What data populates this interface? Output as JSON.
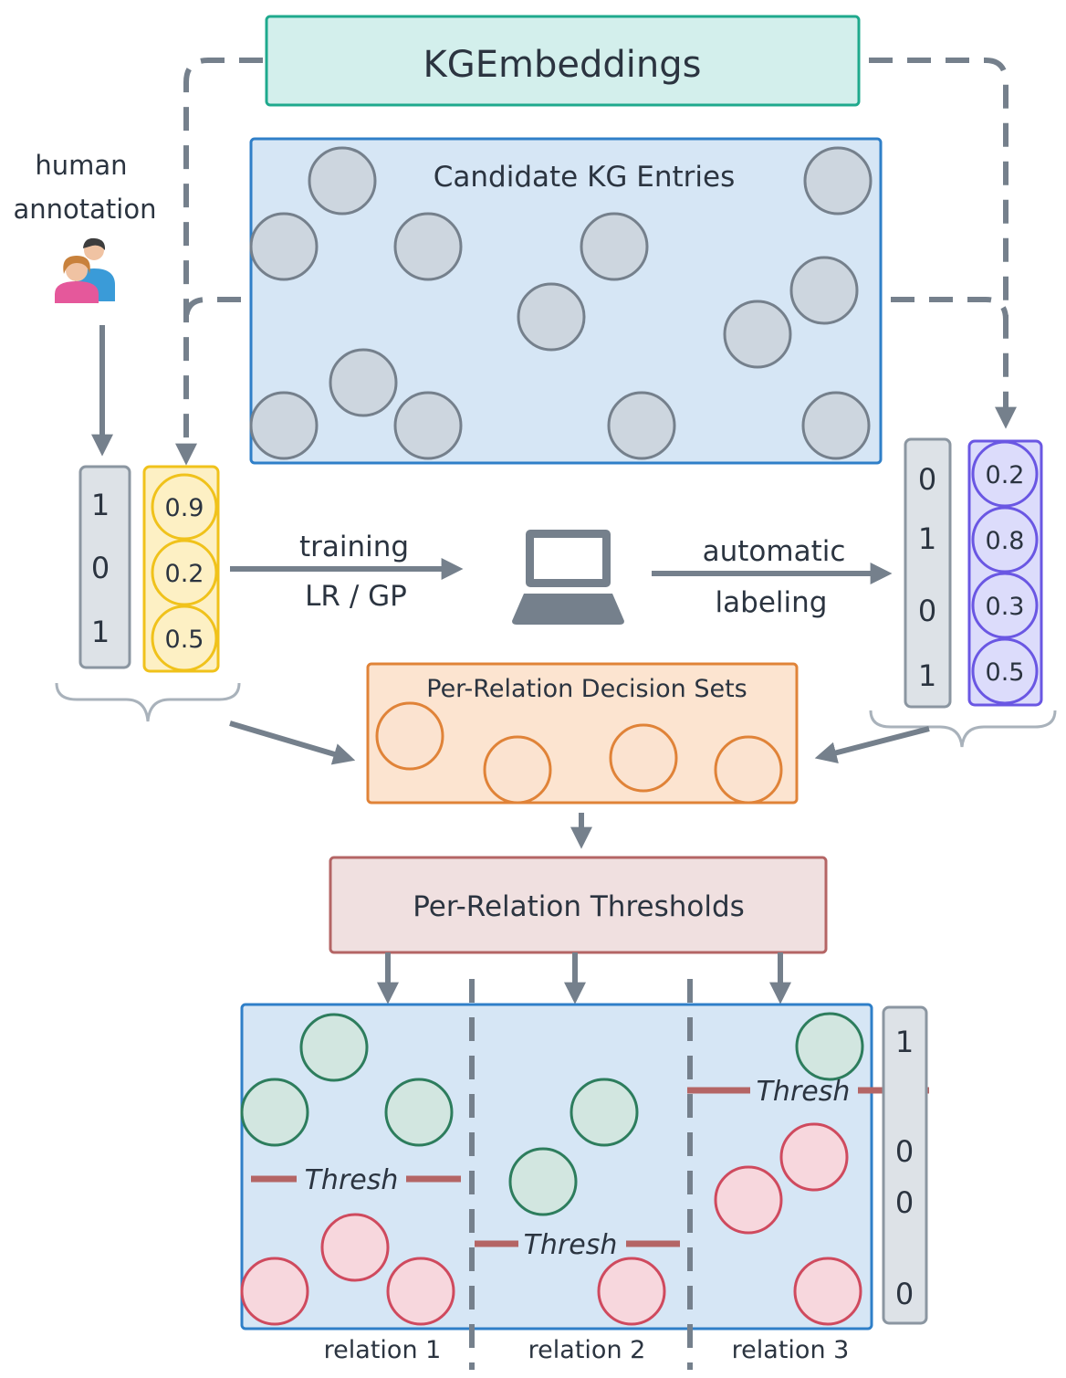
{
  "title": "KGEmbeddings",
  "candidates_label": "Candidate KG Entries",
  "human_annotation": [
    "human",
    "annotation"
  ],
  "left_labels": [
    "1",
    "0",
    "1"
  ],
  "left_scores": [
    "0.9",
    "0.2",
    "0.5"
  ],
  "training": [
    "training",
    "LR / GP"
  ],
  "automatic": [
    "automatic",
    "labeling"
  ],
  "right_labels": [
    "0",
    "1",
    "0",
    "1"
  ],
  "right_scores": [
    "0.2",
    "0.8",
    "0.3",
    "0.5"
  ],
  "decision_sets_label": "Per-Relation Decision Sets",
  "thresholds_label": "Per-Relation Thresholds",
  "thresh_label": "Thresh",
  "relations": [
    "relation 1",
    "relation 2",
    "relation 3"
  ],
  "bottom_labels": [
    "1",
    "0",
    "0",
    "0"
  ],
  "colors": {
    "kg_box_fill": "#d3efec",
    "kg_box_stroke": "#1fa98d",
    "candidate_fill": "#d6e6f5",
    "candidate_stroke": "#2f7fc8",
    "decision_fill": "#fce4d0",
    "decision_stroke": "#e08338",
    "threshold_fill": "#f0e0e0",
    "threshold_stroke": "#b46565"
  }
}
